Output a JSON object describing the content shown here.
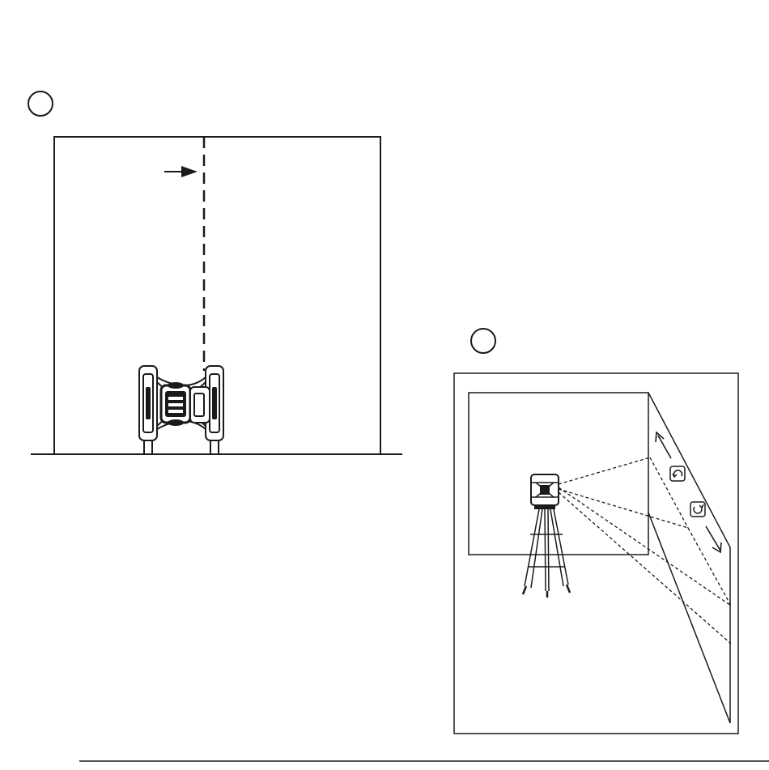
{
  "figure_a": {
    "step_circle_label": "",
    "laser_line": "dashed-vertical",
    "arrow": "pointer-arrow"
  },
  "figure_b": {
    "step_circle_label": "",
    "rotate_icons": [
      "rotate-counterclockwise-icon",
      "rotate-clockwise-icon"
    ],
    "arrows": [
      "up-left-arrow",
      "down-right-arrow"
    ]
  },
  "colors": {
    "line": "#1a1a1a",
    "background": "#ffffff"
  }
}
